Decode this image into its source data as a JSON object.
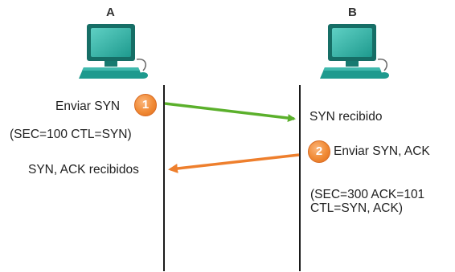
{
  "hosts": {
    "a": {
      "label": "A"
    },
    "b": {
      "label": "B"
    }
  },
  "steps": [
    {
      "number": "1",
      "action": "Enviar SYN",
      "params": "(SEC=100 CTL=SYN)",
      "result": "SYN recibido",
      "arrow_color": "#5bb02c"
    },
    {
      "number": "2",
      "action": "Enviar SYN, ACK",
      "params_lines": [
        "(SEC=300 ACK=101",
        "CTL=SYN, ACK)"
      ],
      "result": "SYN, ACK recibidos",
      "arrow_color": "#ee7f2d"
    }
  ],
  "colors": {
    "badge": "#f08a35",
    "computer": "#1e9a8e",
    "timeline": "#1a1a1a"
  }
}
